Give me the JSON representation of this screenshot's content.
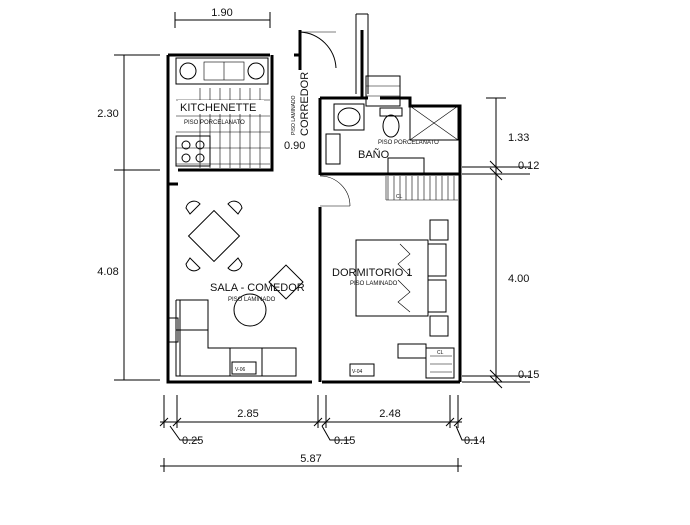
{
  "dimensions": {
    "top_width": "1.90",
    "left_upper": "2.30",
    "left_lower": "4.08",
    "corridor_width": "0.90",
    "right_bath": "1.33",
    "right_gap": "0.12",
    "right_bedroom": "4.00",
    "right_bottom": "0.15",
    "bottom_living": "2.85",
    "bottom_bedroom": "2.48",
    "bottom_wall_left": "0.25",
    "bottom_wall_mid": "0.15",
    "bottom_wall_right": "0.14",
    "bottom_total": "5.87"
  },
  "rooms": {
    "kitchenette": {
      "name": "KITCHENETTE",
      "floor": "PISO PORCELANATO"
    },
    "corredor": {
      "name": "CORREDOR",
      "floor": "PISO LAMINADO"
    },
    "bano": {
      "name": "BAÑO",
      "floor": "PISO PORCELANATO"
    },
    "sala": {
      "name": "SALA - COMEDOR",
      "floor": "PISO LAMINADO"
    },
    "dormitorio": {
      "name": "DORMITORIO 1",
      "floor": "PISO LAMINADO"
    }
  },
  "tags": {
    "window_living": "V-06",
    "window_bedroom": "V-04",
    "closet_bath": "CL",
    "closet_bedroom": "CL"
  }
}
